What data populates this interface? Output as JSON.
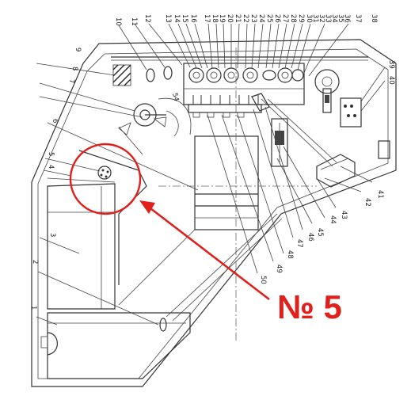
{
  "diagram": {
    "callout_text": "№ 5",
    "accent_color": "#e0201b",
    "labels": {
      "n1": "1",
      "n2": "2",
      "n3": "3",
      "n4": "4",
      "n5": "5",
      "n6": "6",
      "n7": "7",
      "n8": "8",
      "n9": "9",
      "n10": "10",
      "n11": "11",
      "n12": "12",
      "n13": "13",
      "n14": "14",
      "n15": "15",
      "n16": "16",
      "n17": "17",
      "n18": "18",
      "n19": "19",
      "n20": "20",
      "n21": "21",
      "n22": "22",
      "n23": "23",
      "n24": "24",
      "n25": "25",
      "n26": "26",
      "n27": "27",
      "n28": "28",
      "n29": "29",
      "n30": "30",
      "n31": "31",
      "n32": "32",
      "n33": "33",
      "n34": "34",
      "n35": "35",
      "n36": "36",
      "n37": "37",
      "n38": "38",
      "n39": "39",
      "n40": "40",
      "n41": "41",
      "n42": "42",
      "n43": "43",
      "n44": "44",
      "n45": "45",
      "n46": "46",
      "n47": "47",
      "n48": "48",
      "n49": "49",
      "n50": "50",
      "n54": "54"
    }
  }
}
